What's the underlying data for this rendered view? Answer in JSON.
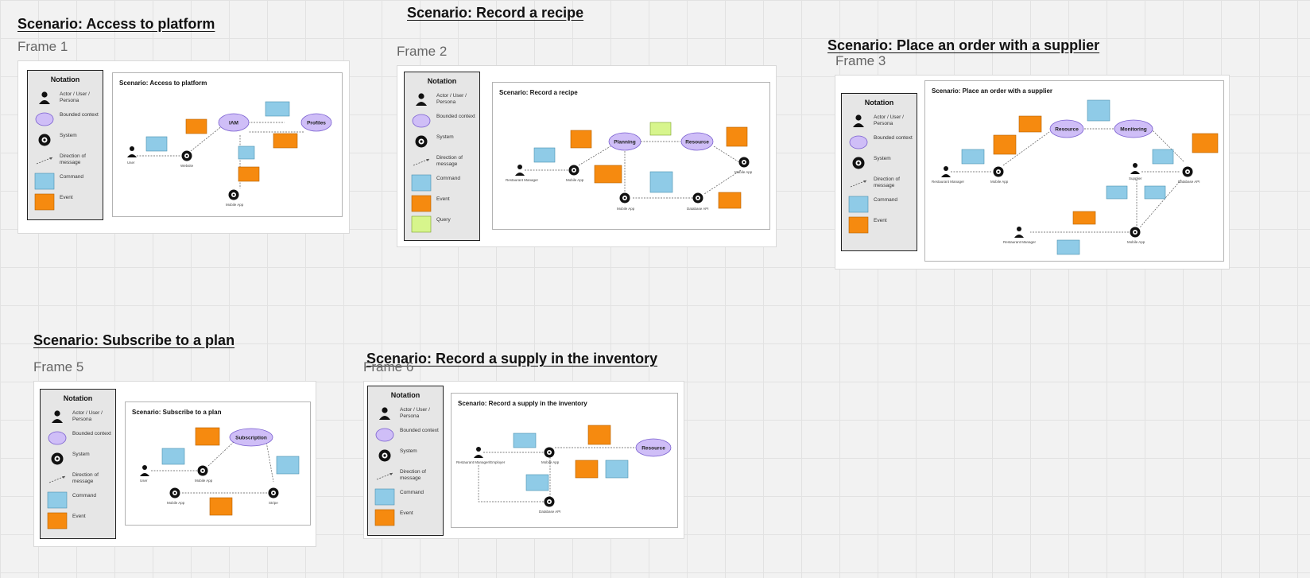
{
  "colors": {
    "command": "#8fcbe7",
    "event": "#f68a0f",
    "query": "#d7f58c",
    "bounded": "#cfbef7",
    "arrow": "#555555"
  },
  "notation": {
    "title": "Notation",
    "actor": "Actor / User / Persona",
    "bounded_context": "Bounded context",
    "system": "System",
    "direction": "Direction of message",
    "command": "Command",
    "event": "Event",
    "query": "Query"
  },
  "frames": [
    {
      "heading": "Scenario: Access to platform",
      "label": "Frame 1",
      "canvas_title": "Scenario: Access to platform",
      "bounded_contexts": [
        "IAM",
        "Profiles"
      ]
    },
    {
      "heading": "Scenario: Record a recipe",
      "label": "Frame 2",
      "canvas_title": "Scenario: Record a recipe",
      "bounded_contexts": [
        "Planning",
        "Resource"
      ]
    },
    {
      "heading": "Scenario: Place an order with a supplier",
      "label": "Frame 3",
      "canvas_title": "Scenario: Place an order with a supplier",
      "bounded_contexts": [
        "Resource",
        "Monitoring"
      ]
    },
    {
      "heading": "Scenario: Subscribe to a plan",
      "label": "Frame 5",
      "canvas_title": "Scenario: Subscribe to a plan",
      "bounded_contexts": [
        "Subscription"
      ]
    },
    {
      "heading": "Scenario: Record a supply in the inventory",
      "label": "Frame 6",
      "canvas_title": "Scenario: Record a supply in the inventory",
      "bounded_contexts": [
        "Resource"
      ]
    }
  ]
}
